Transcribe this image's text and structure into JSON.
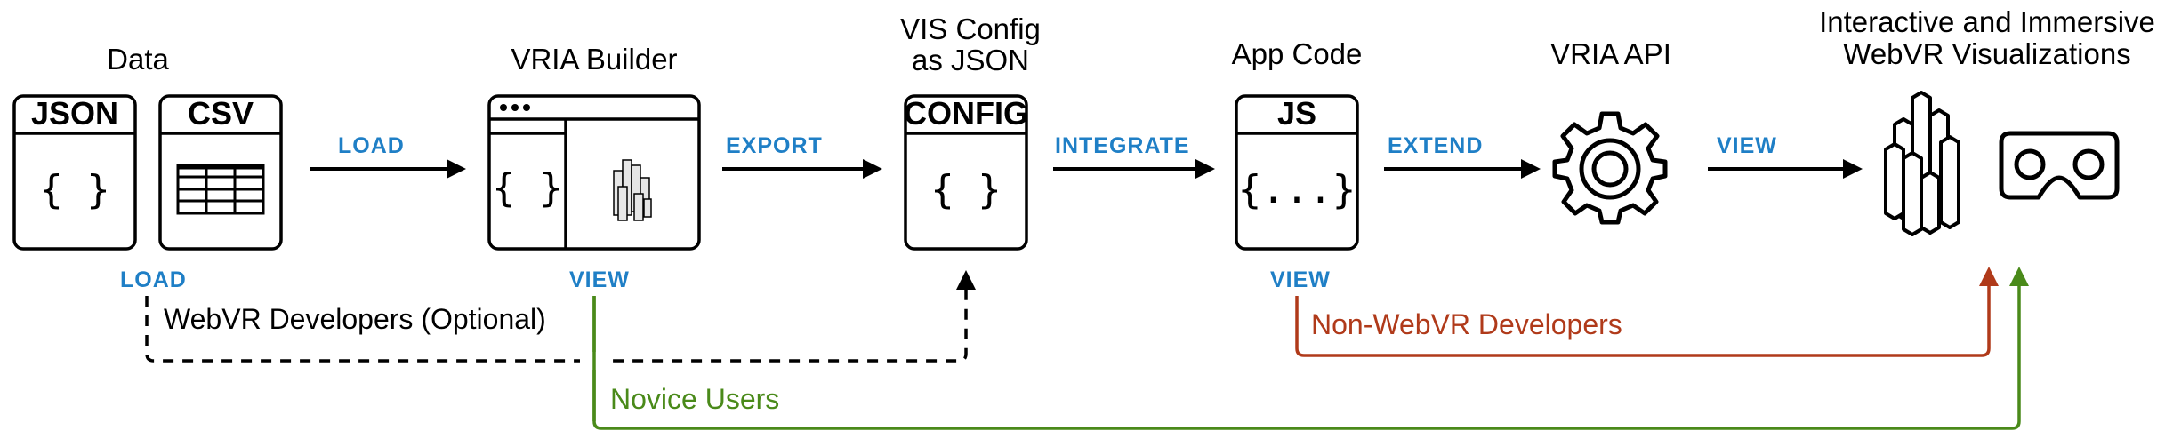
{
  "colors": {
    "action": "#1f7fc6",
    "webvr_dev": "#000000",
    "non_webvr_dev": "#b03a1a",
    "novice": "#4a8a1a"
  },
  "headings": {
    "data": "Data",
    "builder": "VRIA Builder",
    "config_line1": "VIS Config",
    "config_line2": "as JSON",
    "app_code": "App Code",
    "api": "VRIA API",
    "output_line1": "Interactive and Immersive",
    "output_line2": "WebVR Visualizations"
  },
  "boxes": {
    "json_title": "JSON",
    "json_body": "{ }",
    "csv_title": "CSV",
    "builder_body": "{ }",
    "config_title": "CONFIG",
    "config_body": "{ }",
    "js_title": "JS",
    "js_body": "{...}"
  },
  "actions": {
    "load_main": "LOAD",
    "export": "EXPORT",
    "integrate": "INTEGRATE",
    "extend": "EXTEND",
    "view_output": "VIEW",
    "load_below": "LOAD",
    "view_builder": "VIEW",
    "view_js": "VIEW"
  },
  "roles": {
    "webvr_dev": "WebVR Developers (Optional)",
    "non_webvr_dev": "Non-WebVR Developers",
    "novice": "Novice Users"
  },
  "icons": [
    "table-icon",
    "browser-window-icon",
    "bar-chart-3d-icon",
    "gear-icon",
    "vr-headset-icon"
  ]
}
